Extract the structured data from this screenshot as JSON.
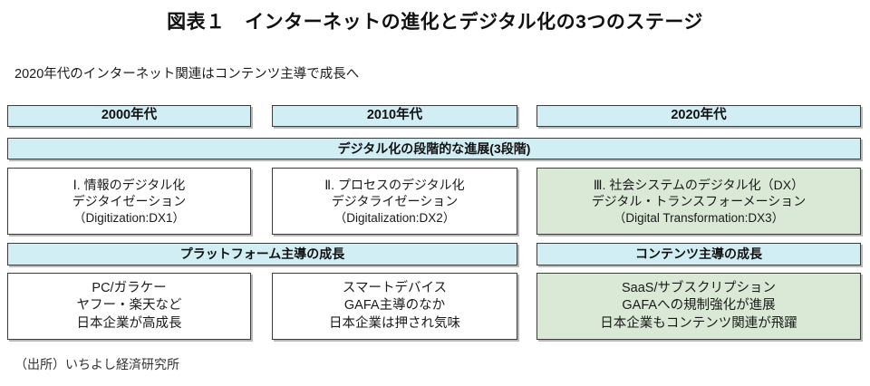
{
  "title": "図表１　インターネットの進化とデジタル化の3つのステージ",
  "subtitle": "2020年代のインターネット関連はコンテンツ主導で成長へ",
  "colors": {
    "band_blue": "#d2eef5",
    "highlight_green": "#d9e9d6",
    "border": "#3c3c3c",
    "shadow": "#b9b9b9",
    "text": "#1a1a1a"
  },
  "decades": [
    {
      "label": "2000年代"
    },
    {
      "label": "2010年代"
    },
    {
      "label": "2020年代"
    }
  ],
  "digitalization_band": "デジタル化の段階的な進展(3段階)",
  "stages": [
    {
      "line1": "Ⅰ. 情報のデジタル化",
      "line2": "デジタイゼーション",
      "line3": "（Digitization:DX1）",
      "highlight": "no"
    },
    {
      "line1": "Ⅱ. プロセスのデジタル化",
      "line2": "デジタライゼーション",
      "line3": "（Digitalization:DX2）",
      "highlight": "no"
    },
    {
      "line1": "Ⅲ. 社会システムのデジタル化（DX）",
      "line2": "デジタル・トランスフォーメーション",
      "line3": "（Digital Transformation:DX3）",
      "highlight": "yes"
    }
  ],
  "growth_bands": [
    {
      "label": "プラットフォーム主導の成長",
      "span": "2000s-2010s"
    },
    {
      "label": "コンテンツ主導の成長",
      "span": "2020s"
    }
  ],
  "details": [
    {
      "line1": "PC/ガラケー",
      "line2": "ヤフー・楽天など",
      "line3": "日本企業が高成長",
      "highlight": "no"
    },
    {
      "line1": "スマートデバイス",
      "line2": "GAFA主導のなか",
      "line3": "日本企業は押され気味",
      "highlight": "no"
    },
    {
      "line1": "SaaS/サブスクリプション",
      "line2": "GAFAへの規制強化が進展",
      "line3": "日本企業もコンテンツ関連が飛躍",
      "highlight": "yes"
    }
  ],
  "source": "（出所）いちよし経済研究所"
}
